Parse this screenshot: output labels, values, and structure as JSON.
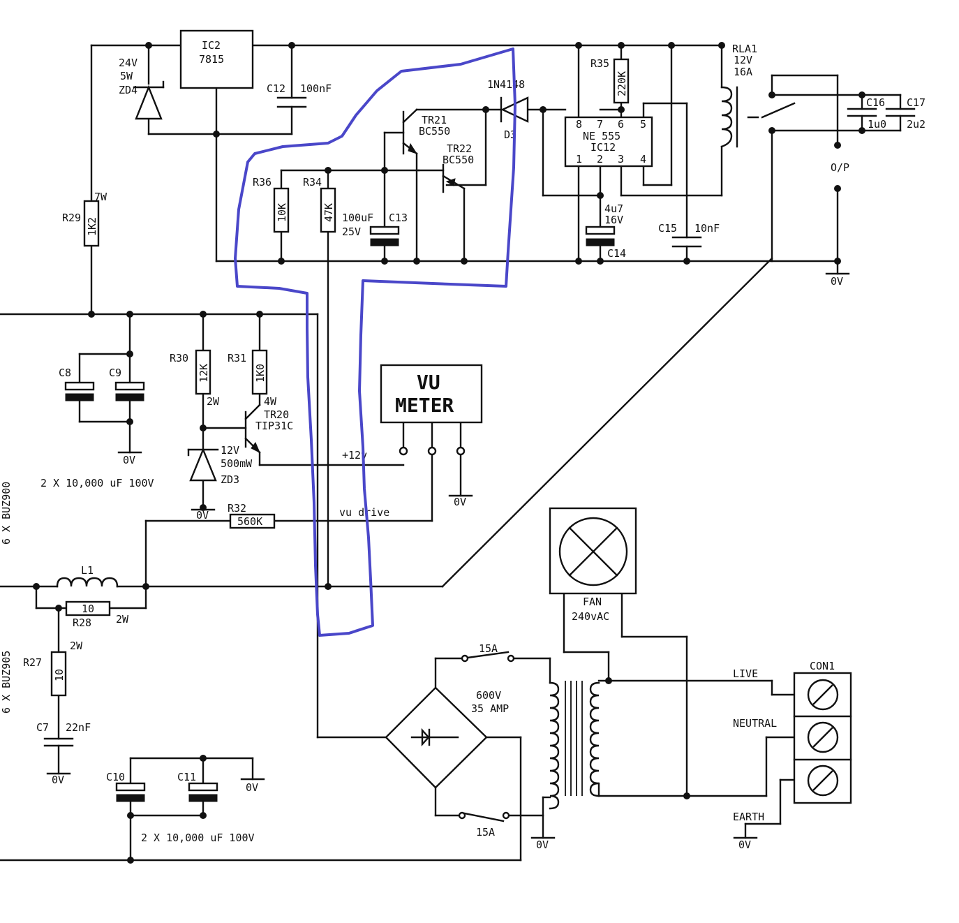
{
  "labels": {
    "ic2": "IC2",
    "ic2_part": "7815",
    "zd4_v": "24V",
    "zd4_p": "5W",
    "zd4": "ZD4",
    "c12": "C12",
    "c12_val": "100nF",
    "d3_part": "1N4148",
    "d3": "D3",
    "tr21": "TR21",
    "tr21_part": "BC550",
    "tr22": "TR22",
    "tr22_part": "BC550",
    "r35": "R35",
    "r35_val": "220K",
    "ic12_part": "NE 555",
    "ic12": "IC12",
    "pin8": "8",
    "pin7": "7",
    "pin6": "6",
    "pin5": "5",
    "pin1": "1",
    "pin2": "2",
    "pin3": "3",
    "pin4": "4",
    "rla1": "RLA1",
    "rla1_v": "12V",
    "rla1_a": "16A",
    "c16": "C16",
    "c17": "C17",
    "c16_val": "1u0",
    "c17_val": "2u2",
    "op": "O/P",
    "r36": "R36",
    "r36_val": "10K",
    "r34": "R34",
    "r34_val": "47K",
    "c13_val": "100uF",
    "c13": "C13",
    "c13_v": "25V",
    "c14_val": "4u7",
    "c14_v": "16V",
    "c14": "C14",
    "c15": "C15",
    "c15_val": "10nF",
    "r29": "R29",
    "r29_val": "1K2",
    "r29_p": "7W",
    "gnd": "0V",
    "c8": "C8",
    "c9": "C9",
    "c8c9_val": "2 X 10,000 uF 100V",
    "r30": "R30",
    "r30_val": "12K",
    "r30_p": "2W",
    "r31": "R31",
    "r31_val": "1K0",
    "r31_p": "4W",
    "tr20": "TR20",
    "tr20_part": "TIP31C",
    "zd3_v": "12V",
    "zd3_p": "500mW",
    "zd3": "ZD3",
    "vu1": "VU",
    "vu2": "METER",
    "plus12": "+12v",
    "vudrive": "vu drive",
    "r32": "R32",
    "r32_val": "560K",
    "side1": "6 X BUZ900",
    "side2": "6 X BUZ905",
    "l1": "L1",
    "r28": "R28",
    "r28_val": "10",
    "r28_p": "2W",
    "r27": "R27",
    "r27_val": "10",
    "r27_p": "2W",
    "c7": "C7",
    "c7_val": "22nF",
    "c10": "C10",
    "c11": "C11",
    "c10c11_val": "2 X 10,000 uF 100V",
    "fuse1": "15A",
    "fuse2": "15A",
    "bridge_v": "600V",
    "bridge_a": "35 AMP",
    "fan": "FAN",
    "fan_v": "240vAC",
    "con1": "CON1",
    "live": "LIVE",
    "neutral": "NEUTRAL",
    "earth": "EARTH"
  },
  "colors": {
    "ink": "#111111",
    "highlight": "#4a47c9",
    "background": "#ffffff"
  }
}
